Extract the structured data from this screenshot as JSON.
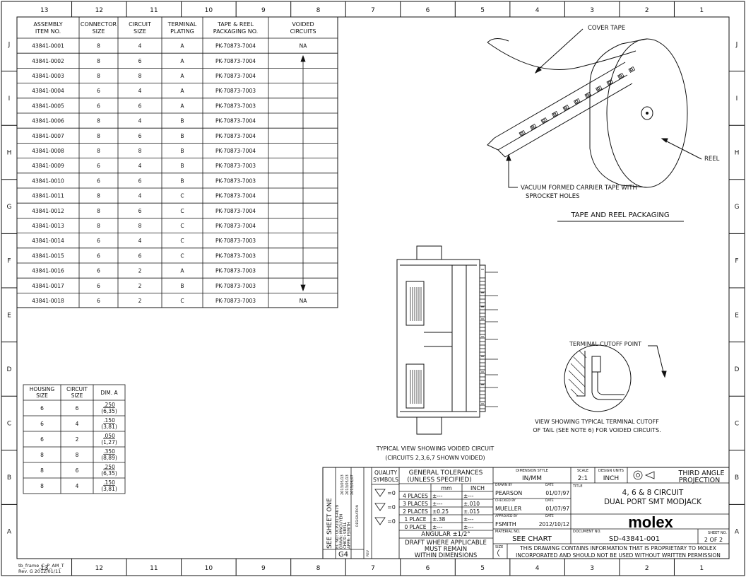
{
  "border": {
    "columns": [
      "13",
      "12",
      "11",
      "10",
      "9",
      "8",
      "7",
      "6",
      "5",
      "4",
      "3",
      "2",
      "1"
    ],
    "rows": [
      "J",
      "I",
      "H",
      "G",
      "F",
      "E",
      "D",
      "C",
      "B",
      "A"
    ]
  },
  "assembly_table": {
    "headers": [
      [
        "ASSEMBLY",
        "ITEM NO."
      ],
      [
        "CONNECTOR",
        "SIZE"
      ],
      [
        "CIRCUIT",
        "SIZE"
      ],
      [
        "TERMINAL",
        "PLATING"
      ],
      [
        "TAPE & REEL",
        "PACKAGING NO."
      ],
      [
        "VOIDED",
        "CIRCUITS"
      ]
    ],
    "rows": [
      [
        "43841-0001",
        "8",
        "4",
        "A",
        "PK-70873-7004",
        "NA"
      ],
      [
        "43841-0002",
        "8",
        "6",
        "A",
        "PK-70873-7004",
        ""
      ],
      [
        "43841-0003",
        "8",
        "8",
        "A",
        "PK-70873-7004",
        ""
      ],
      [
        "43841-0004",
        "6",
        "4",
        "A",
        "PK-70873-7003",
        ""
      ],
      [
        "43841-0005",
        "6",
        "6",
        "A",
        "PK-70873-7003",
        ""
      ],
      [
        "43841-0006",
        "8",
        "4",
        "B",
        "PK-70873-7004",
        ""
      ],
      [
        "43841-0007",
        "8",
        "6",
        "B",
        "PK-70873-7004",
        ""
      ],
      [
        "43841-0008",
        "8",
        "8",
        "B",
        "PK-70873-7004",
        ""
      ],
      [
        "43841-0009",
        "6",
        "4",
        "B",
        "PK-70873-7003",
        ""
      ],
      [
        "43841-0010",
        "6",
        "6",
        "B",
        "PK-70873-7003",
        ""
      ],
      [
        "43841-0011",
        "8",
        "4",
        "C",
        "PK-70873-7004",
        ""
      ],
      [
        "43841-0012",
        "8",
        "6",
        "C",
        "PK-70873-7004",
        ""
      ],
      [
        "43841-0013",
        "8",
        "8",
        "C",
        "PK-70873-7004",
        ""
      ],
      [
        "43841-0014",
        "6",
        "4",
        "C",
        "PK-70873-7003",
        ""
      ],
      [
        "43841-0015",
        "6",
        "6",
        "C",
        "PK-70873-7003",
        ""
      ],
      [
        "43841-0016",
        "6",
        "2",
        "A",
        "PK-70873-7003",
        ""
      ],
      [
        "43841-0017",
        "6",
        "2",
        "B",
        "PK-70873-7003",
        ""
      ],
      [
        "43841-0018",
        "6",
        "2",
        "C",
        "PK-70873-7003",
        "NA"
      ]
    ]
  },
  "housing_table": {
    "headers": [
      [
        "HOUSING",
        "SIZE"
      ],
      [
        "CIRCUIT",
        "SIZE"
      ],
      [
        "DIM. A"
      ]
    ],
    "rows": [
      [
        "6",
        "6",
        ".250",
        "(6,35)"
      ],
      [
        "6",
        "4",
        ".150",
        "(3,81)"
      ],
      [
        "6",
        "2",
        ".050",
        "(1,27)"
      ],
      [
        "8",
        "8",
        ".350",
        "(8,89)"
      ],
      [
        "8",
        "6",
        ".250",
        "(6,35)"
      ],
      [
        "8",
        "4",
        ".150",
        "(3,81)"
      ]
    ]
  },
  "reel": {
    "cover_tape": "COVER TAPE",
    "reel_label": "REEL",
    "carrier_line1": "VACUUM FORMED CARRIER TAPE WITH",
    "carrier_line2": "SPROCKET HOLES",
    "title": "TAPE AND REEL PACKAGING"
  },
  "voided_view": {
    "caption1": "TYPICAL VIEW SHOWING VOIDED CIRCUIT",
    "caption2": "(CIRCUITS 2,3,6,7 SHOWN VOIDED)"
  },
  "cutoff_view": {
    "label": "TERMINAL CUTOFF POINT",
    "caption1": "VIEW SHOWING TYPICAL TERMINAL CUTOFF",
    "caption2": "OF TAIL (SEE NOTE 6) FOR VOIDED CIRCUITS."
  },
  "title_block": {
    "see_sheet": "SEE SHEET ONE",
    "revision_lines": [
      "EC NO: UCP2013-4679",
      "DRWN: MNGUYEN",
      "CHK'D: SBELL",
      "APPR: FSMITH"
    ],
    "revision_dates": [
      "2013/05/13",
      "2013/05/13",
      "2013/06/07"
    ],
    "revision_code": "G4",
    "designation_label": "DESIGNATION",
    "rev_label": "REV",
    "quality_symbols": [
      "QUALITY",
      "SYMBOLS"
    ],
    "quality_marks": [
      "=0",
      "=0",
      "=0"
    ],
    "tolerances_title": [
      "GENERAL TOLERANCES",
      "(UNLESS SPECIFIED)"
    ],
    "mm_label": "mm",
    "inch_label": "INCH",
    "places": [
      [
        "4 PLACES",
        "±---",
        "±---"
      ],
      [
        "3 PLACES",
        "±---",
        "±.010"
      ],
      [
        "2 PLACES",
        "±0.25",
        "±.015"
      ],
      [
        "1 PLACE",
        "±.38",
        "±---"
      ],
      [
        "0 PLACE",
        "±---",
        "±---"
      ]
    ],
    "angular": "ANGULAR ±1/2°",
    "draft": [
      "DRAFT WHERE APPLICABLE",
      "MUST REMAIN",
      "WITHIN DIMENSIONS"
    ],
    "dimension_style_label": "DIMENSION STYLE",
    "dimension_style": "IN/MM",
    "scale_label": "SCALE",
    "scale": "2:1",
    "design_units_label": "DESIGN UNITS",
    "design_units": "INCH",
    "projection": [
      "THIRD ANGLE",
      "PROJECTION"
    ],
    "drawn_by_label": "DRAWN BY",
    "drawn_by": "PEARSON",
    "drawn_date": "01/07/97",
    "checked_by_label": "CHECKED BY",
    "checked_by": "MUELLER",
    "checked_date": "01/07/97",
    "approved_by_label": "APPROVED BY",
    "approved_by": "FSMITH",
    "approved_date": "2012/10/12",
    "date_label": "DATE",
    "title_label": "TITLE",
    "title": [
      "4, 6 & 8 CIRCUIT",
      "DUAL PORT SMT MODJACK"
    ],
    "logo": "molex",
    "material_label": "MATERIAL NO.",
    "material": "SEE CHART",
    "document_label": "DOCUMENT NO.",
    "document_no": "SD-43841-001",
    "sheet_label": "SHEET NO.",
    "sheet_no": "2 OF 2",
    "size_label": "SIZE",
    "proprietary": [
      "THIS DRAWING CONTAINS INFORMATION THAT IS PROPRIETARY TO MOLEX",
      "INCORPORATED AND SHOULD NOT BE USED WITHOUT WRITTEN PERMISSION"
    ]
  },
  "template_info": [
    "tb_frame_C_P_AM_T",
    "Rev. G 2012/01/11"
  ]
}
